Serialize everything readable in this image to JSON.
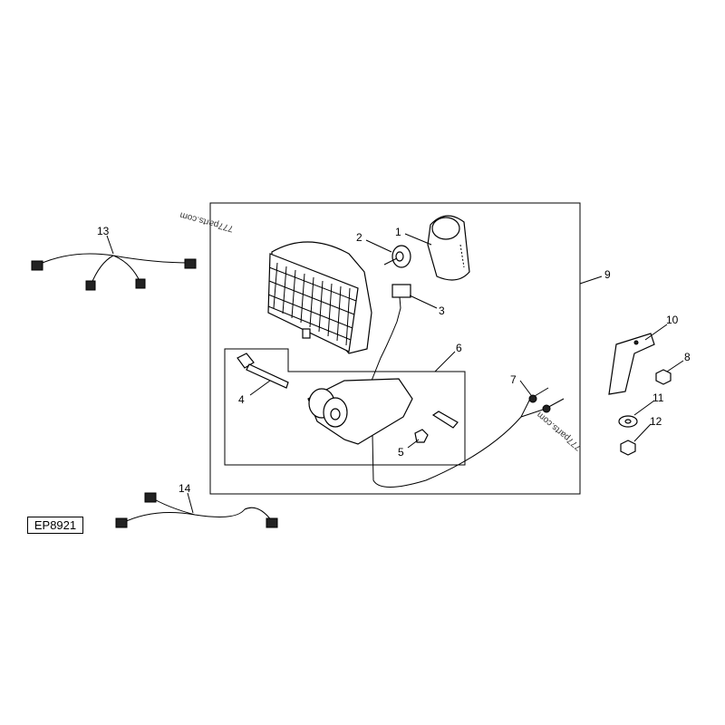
{
  "diagram_code": "EP8921",
  "watermarks": [
    "777parts.com",
    "777parts.com"
  ],
  "callouts": [
    "1",
    "2",
    "3",
    "4",
    "5",
    "6",
    "7",
    "8",
    "9",
    "10",
    "11",
    "12",
    "13",
    "14"
  ]
}
